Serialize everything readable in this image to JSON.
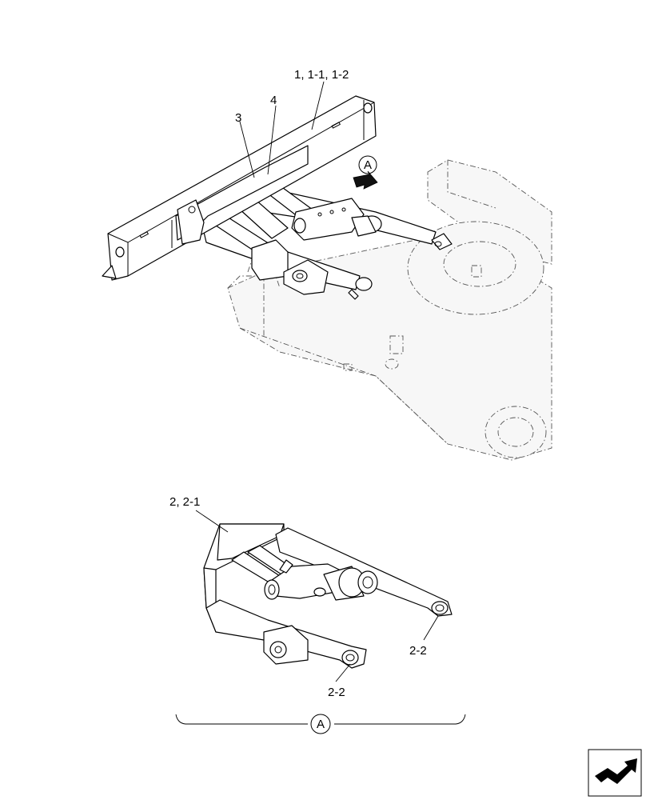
{
  "callouts": {
    "blade": "1, 1-1, 1-2",
    "part_3": "3",
    "part_4": "4",
    "frame": "2, 2-1",
    "bushing_right": "2-2",
    "bushing_bottom": "2-2"
  },
  "view_marker": {
    "arrow_label": "A",
    "detail_label": "A"
  },
  "nav_icon": "next-page-arrow-icon"
}
